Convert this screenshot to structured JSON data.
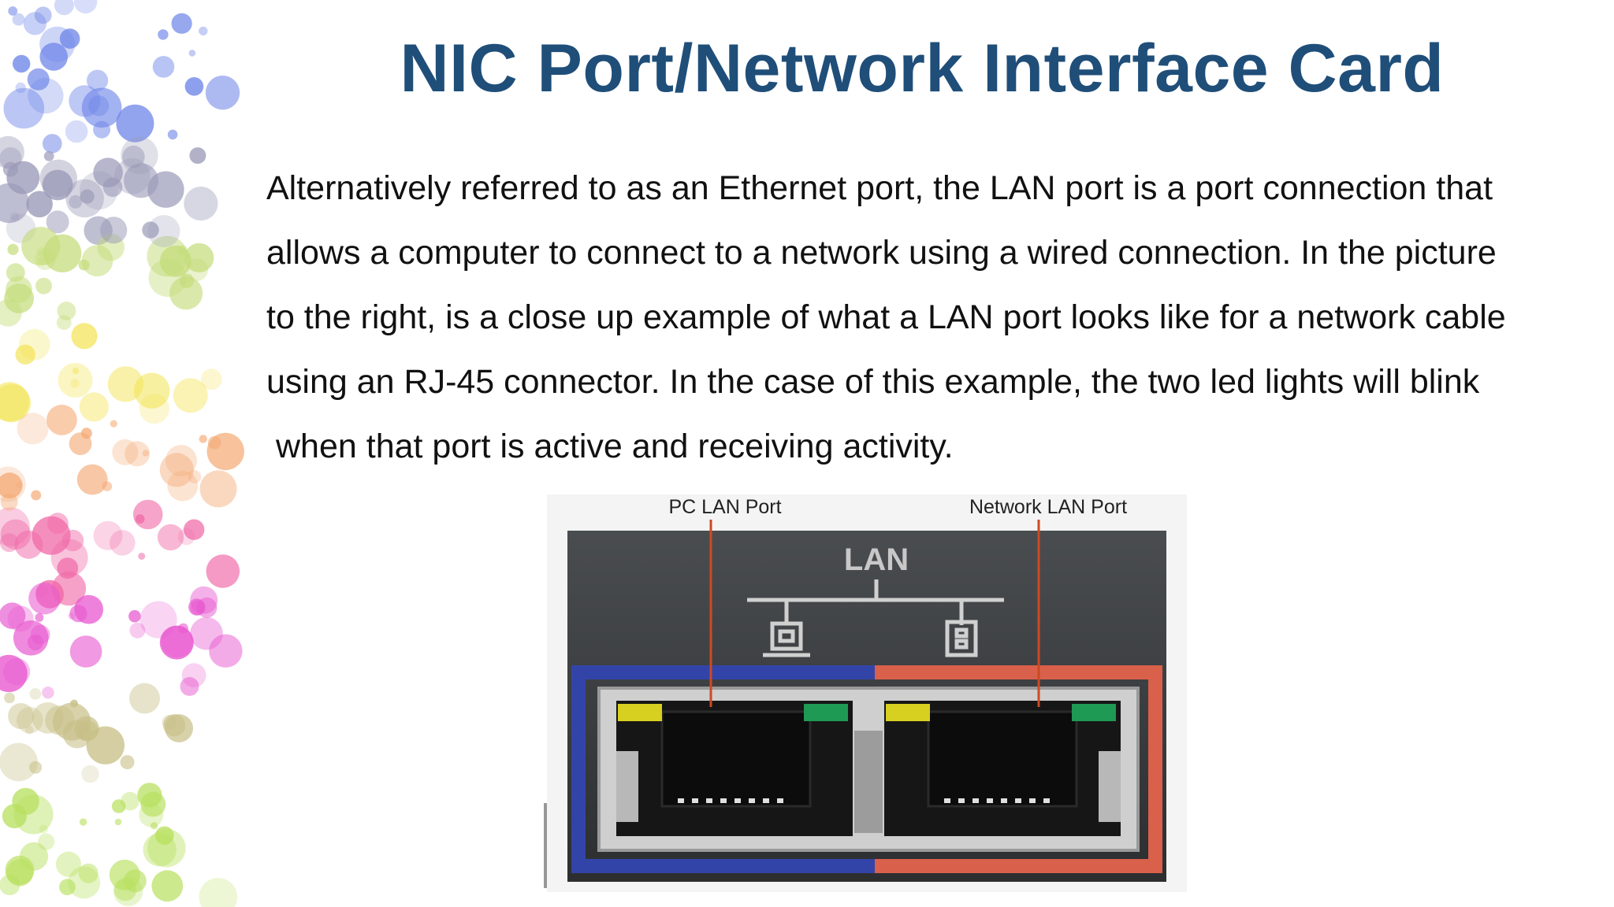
{
  "slide": {
    "title": "NIC Port/Network Interface Card",
    "paragraph_lines": [
      "Alternatively referred to as an Ethernet port, the LAN port is a port connection that",
      "allows a computer to connect to a network using a wired connection. In the picture",
      "to the right, is a close up example of what a LAN port looks like for a network cable",
      "using an RJ-45 connector. In the case of this example, the two led lights will blink",
      " when that port is active and receiving activity."
    ],
    "figure": {
      "label_left": "PC LAN Port",
      "label_right": "Network LAN Port",
      "panel_label": "LAN"
    }
  },
  "colors": {
    "title": "#1f4e79",
    "text": "#111111",
    "left_frame": "#3344a8",
    "right_frame": "#d9604a",
    "callout_line": "#cc4a22",
    "led_yellow": "#d8d020",
    "led_green": "#1f9a54"
  }
}
